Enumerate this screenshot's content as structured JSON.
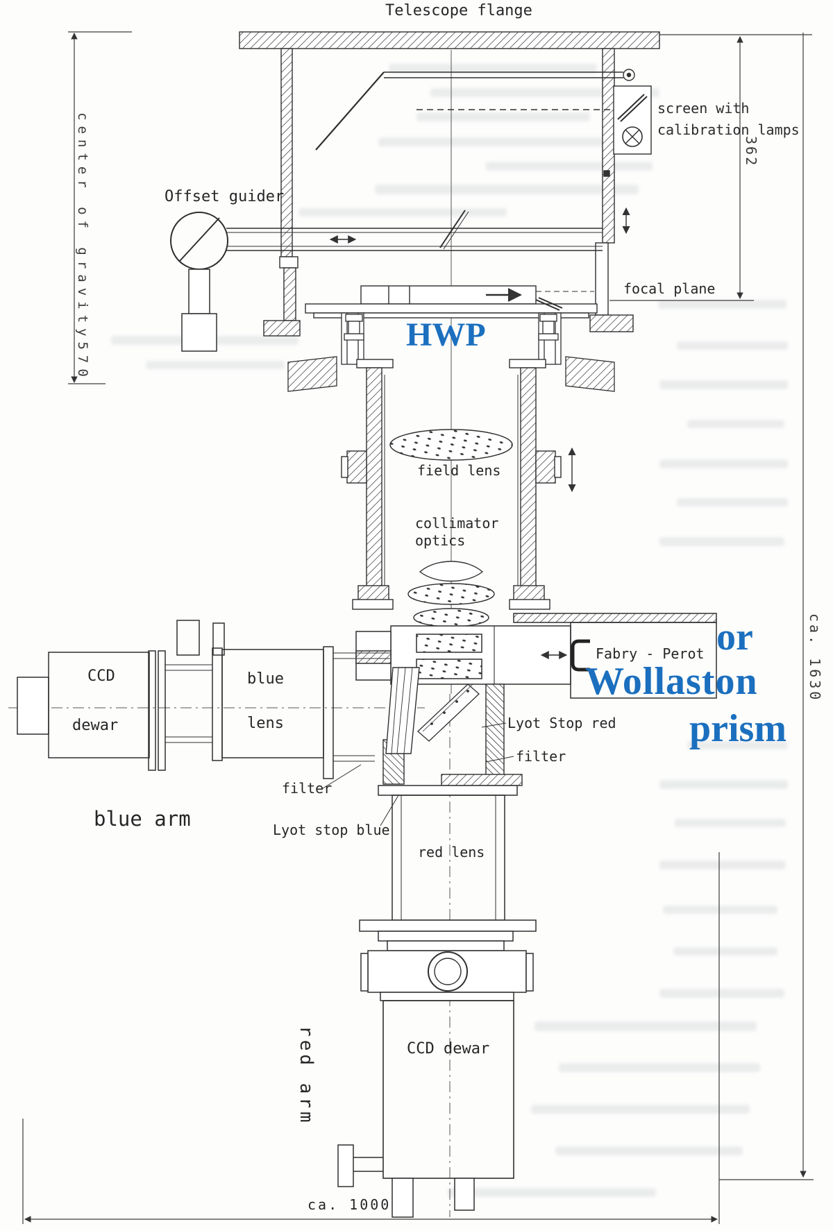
{
  "diagram": {
    "labels": {
      "telescope_flange": "Telescope flange",
      "screen_with": "screen with",
      "calibration_lamps": "calibration lamps",
      "offset_guider": "Offset guider",
      "focal_plane": "focal plane",
      "field_lens": "field lens",
      "collimator": "collimator",
      "optics": "optics",
      "fabry_perot": "Fabry - Perot",
      "ccd": "CCD",
      "dewar": "dewar",
      "blue": "blue",
      "lens": "lens",
      "blue_arm": "blue arm",
      "filter_blue": "filter",
      "lyot_stop_blue": "Lyot stop blue",
      "lyot_stop_red": "Lyot Stop red",
      "filter_red": "filter",
      "red_lens": "red lens",
      "red_arm": "red arm",
      "ccd_dewar_red": "CCD dewar"
    },
    "annotations": {
      "color": "#1b6fbe",
      "hwp": "HWP",
      "or": "or",
      "wollaston": "Wollaston",
      "prism": "prism"
    },
    "dimensions": {
      "flange_to_focal_plane": "362",
      "center_of_gravity": "center of gravity570",
      "overall_height": "ca. 1630",
      "overall_width": "ca. 1000"
    }
  }
}
